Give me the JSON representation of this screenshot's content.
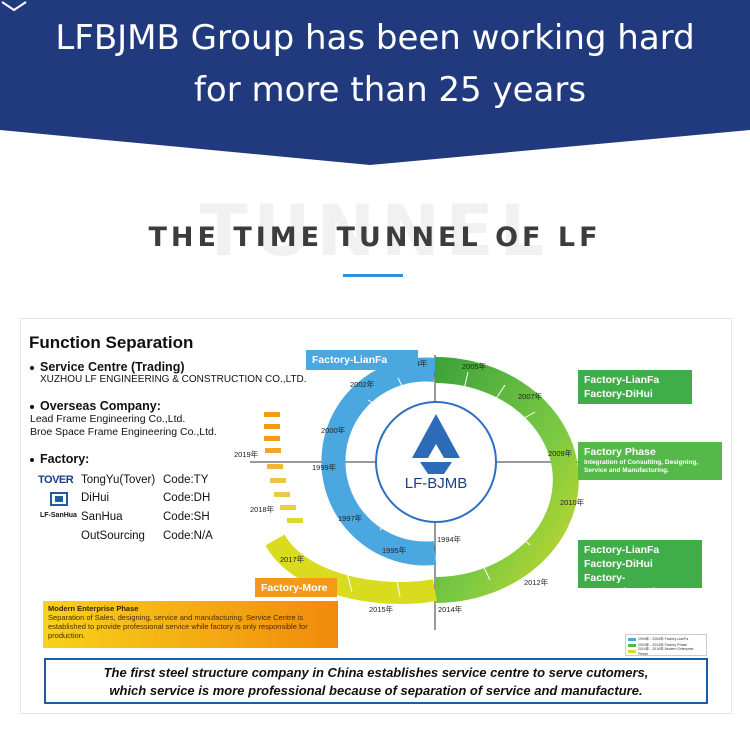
{
  "banner": {
    "line1": "LFBJMB Group has been working hard",
    "line2": "for more than 25 years",
    "bg_color": "#213a7e"
  },
  "section": {
    "ghost_text": "TUNNEL",
    "title": "THE TIME TUNNEL OF LF",
    "accent": "#2f8fd8"
  },
  "functions": {
    "title": "Function Separation",
    "service": {
      "head": "Service Centre (Trading)",
      "sub": "XUZHOU LF ENGINEERING & CONSTRUCTION CO.,LTD."
    },
    "overseas": {
      "head": "Overseas Company",
      "sub1": "Lead Frame Engineering Co.,Ltd.",
      "sub2": "Broe Space Frame Engineering Co.,Ltd."
    },
    "factory": {
      "head": "Factory:",
      "rows": [
        {
          "name": "TongYu(Tover)",
          "code": "Code:TY"
        },
        {
          "name": "DiHui",
          "code": "Code:DH"
        },
        {
          "name": "SanHua",
          "code": "Code:SH"
        },
        {
          "name": "OutSourcing",
          "code": "Code:N/A"
        }
      ],
      "logos": [
        "TOVER",
        "LF-SanHua"
      ]
    }
  },
  "diagram": {
    "center_label": "LF-BJMB",
    "years": [
      "1994年",
      "1995年",
      "1997年",
      "1999年",
      "2000年",
      "2002年",
      "2004年",
      "2005年",
      "2007年",
      "2009年",
      "2010年",
      "2012年",
      "2014年",
      "2015年",
      "2017年",
      "2018年",
      "2019年"
    ],
    "boxes": {
      "lianfa_top": "Factory-LianFa",
      "right1_l1": "Factory-LianFa",
      "right1_l2": "Factory-DiHui",
      "phase_title": "Factory Phase",
      "phase_desc": "Integration of Consulting, Designing, Service and Manufacturing.",
      "right2_l1": "Factory-LianFa",
      "right2_l2": "Factory-DiHui",
      "right2_l3": "Factory-TongYu(Tover)",
      "more": "Factory-More"
    },
    "colors": {
      "blue": "#4aa7e0",
      "green": "#54b948",
      "yellow": "#d9dc1e",
      "orange": "#f39a18"
    }
  },
  "modern": {
    "title": "Modern Enterprise Phase",
    "desc": "Separation of Sales, designing, service and manufacturing. Service Centre is established to provide professional service while factory is only responsible for production."
  },
  "legend": [
    "1994年 - 2004年 Factory-LianFa",
    "2004年 - 2014年 Factory Phase",
    "2014年 - 2019年 Modern Enterprise Phase"
  ],
  "footer": {
    "line1": "The first steel structure company in China establishes service centre to serve cutomers,",
    "line2": "which service is more professional because of separation of service and manufacture."
  }
}
